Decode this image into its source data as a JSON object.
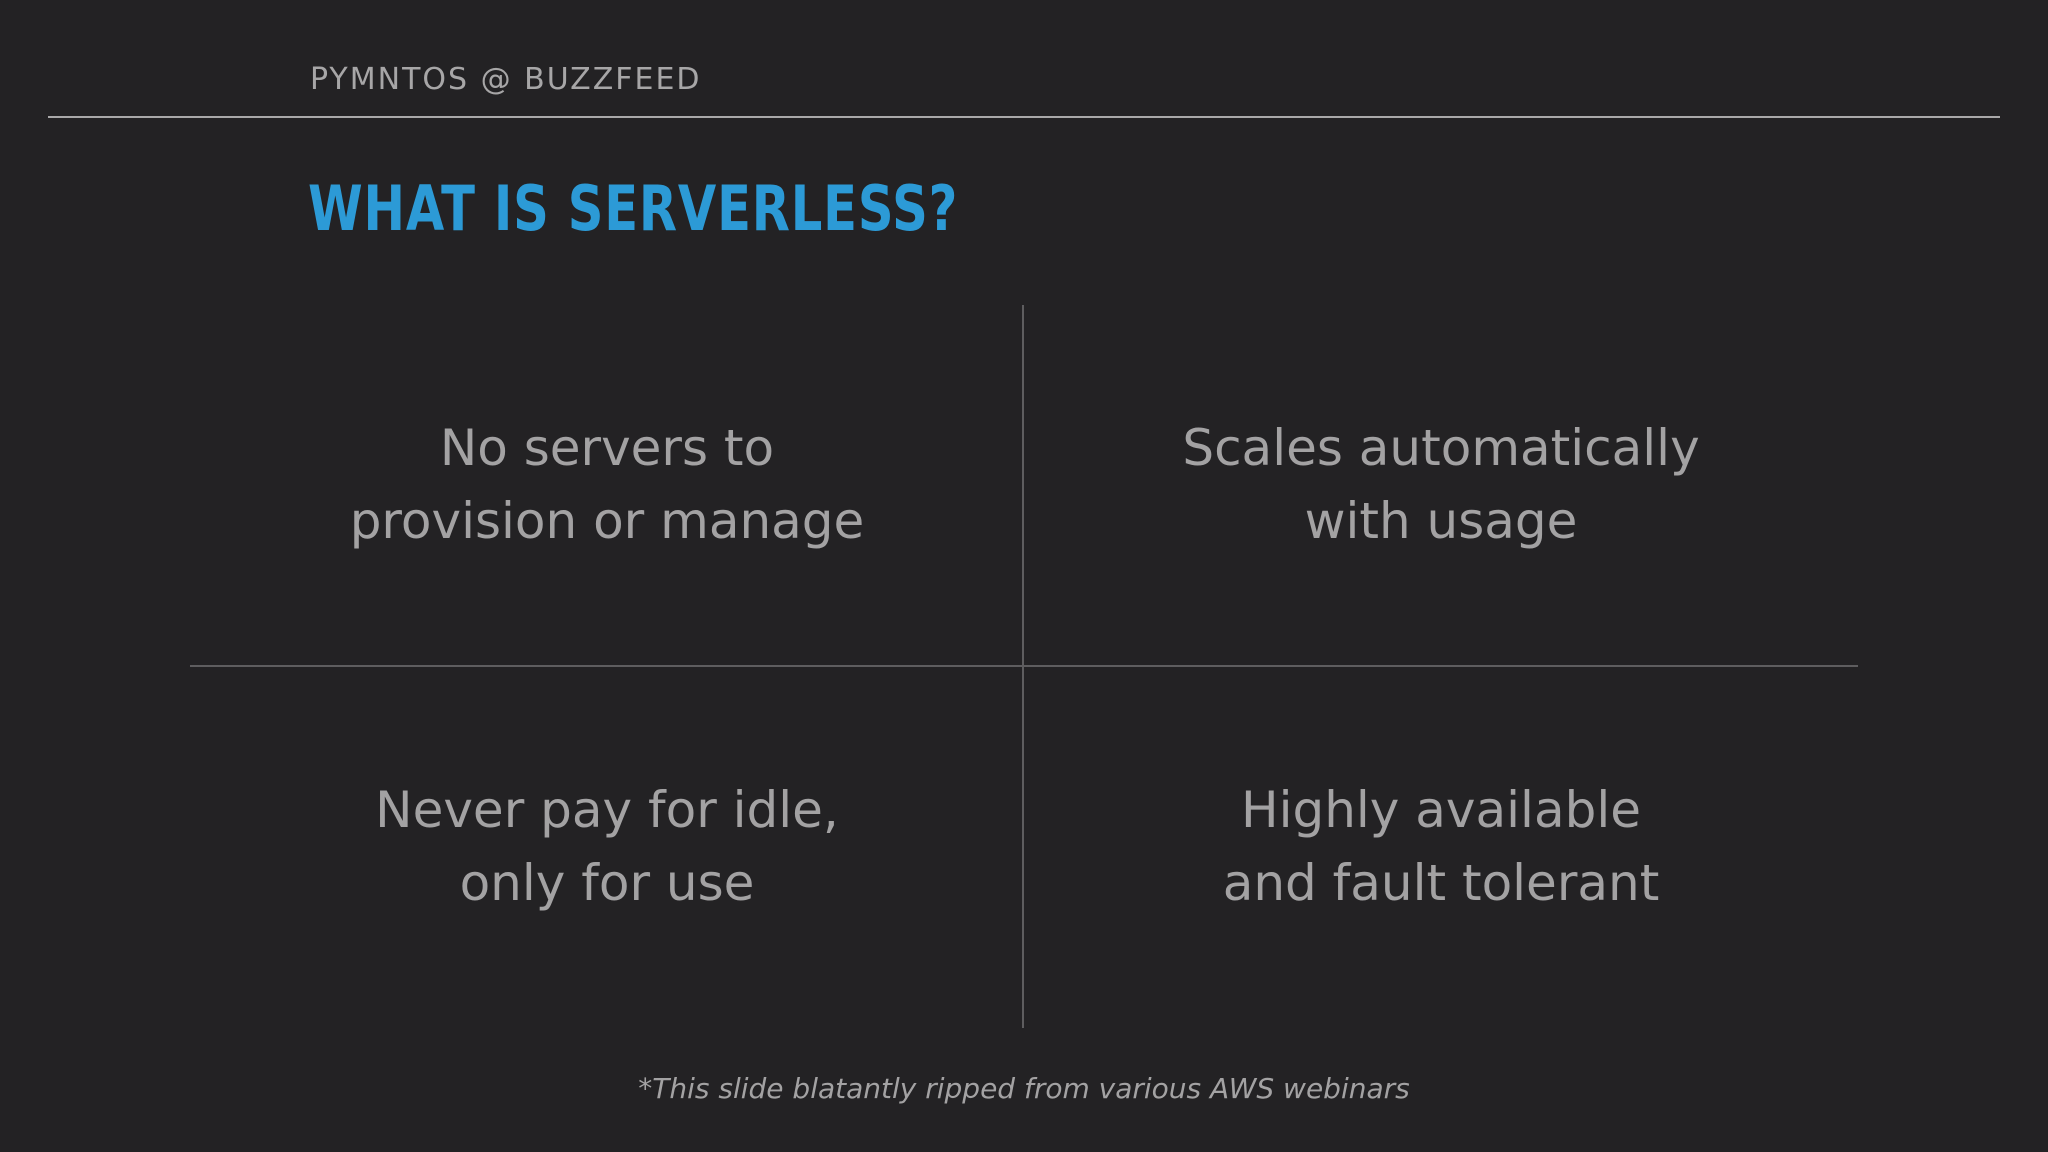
{
  "header": {
    "label": "PYMNTOS @ BUZZFEED"
  },
  "slide": {
    "title": "WHAT IS SERVERLESS?",
    "quadrants": [
      {
        "lines": [
          "No servers to",
          "provision or manage"
        ]
      },
      {
        "lines": [
          "Scales automatically",
          "with usage"
        ]
      },
      {
        "lines": [
          "Never pay for idle,",
          "only for use"
        ]
      },
      {
        "lines": [
          "Highly available",
          "and fault tolerant"
        ]
      }
    ],
    "footnote": "*This slide blatantly ripped from various AWS webinars"
  },
  "colors": {
    "background": "#232224",
    "title_accent": "#2c9ad6",
    "body_text": "#a3a2a3",
    "divider": "#5e5d5f"
  }
}
